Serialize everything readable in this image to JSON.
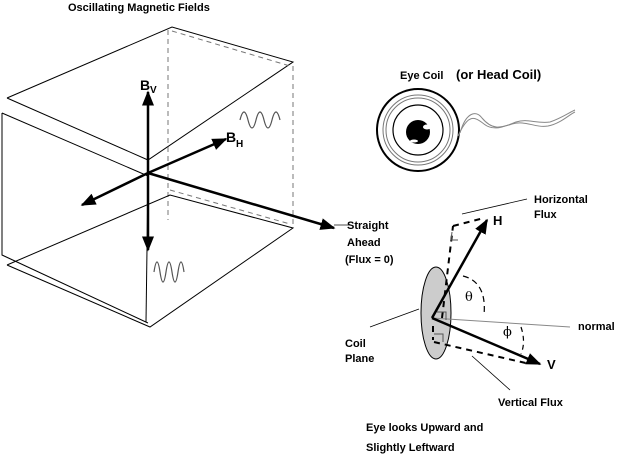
{
  "title": "Oscillating Magnetic Fields",
  "left_panel": {
    "bv_label": "B",
    "bv_sub": "V",
    "bh_label": "B",
    "bh_sub": "H",
    "straight_ahead_line1": "Straight",
    "straight_ahead_line2": "Ahead",
    "straight_ahead_line3": "(Flux = 0)"
  },
  "eye_coil": {
    "label": "Eye Coil",
    "label_alt": "(or Head Coil)"
  },
  "vector_diagram": {
    "horizontal_flux_line1": "Horizontal",
    "horizontal_flux_line2": "Flux",
    "h_label": "H",
    "v_label": "V",
    "theta": "θ",
    "phi": "ϕ",
    "normal_label": "normal",
    "coil_plane_line1": "Coil",
    "coil_plane_line2": "Plane",
    "vertical_flux": "Vertical Flux",
    "caption_line1": "Eye looks Upward and",
    "caption_line2": "Slightly Leftward"
  },
  "colors": {
    "ink": "#000000",
    "dashed_gray": "#777777",
    "coil_fill": "#cccccc",
    "wire_gray": "#888888"
  }
}
